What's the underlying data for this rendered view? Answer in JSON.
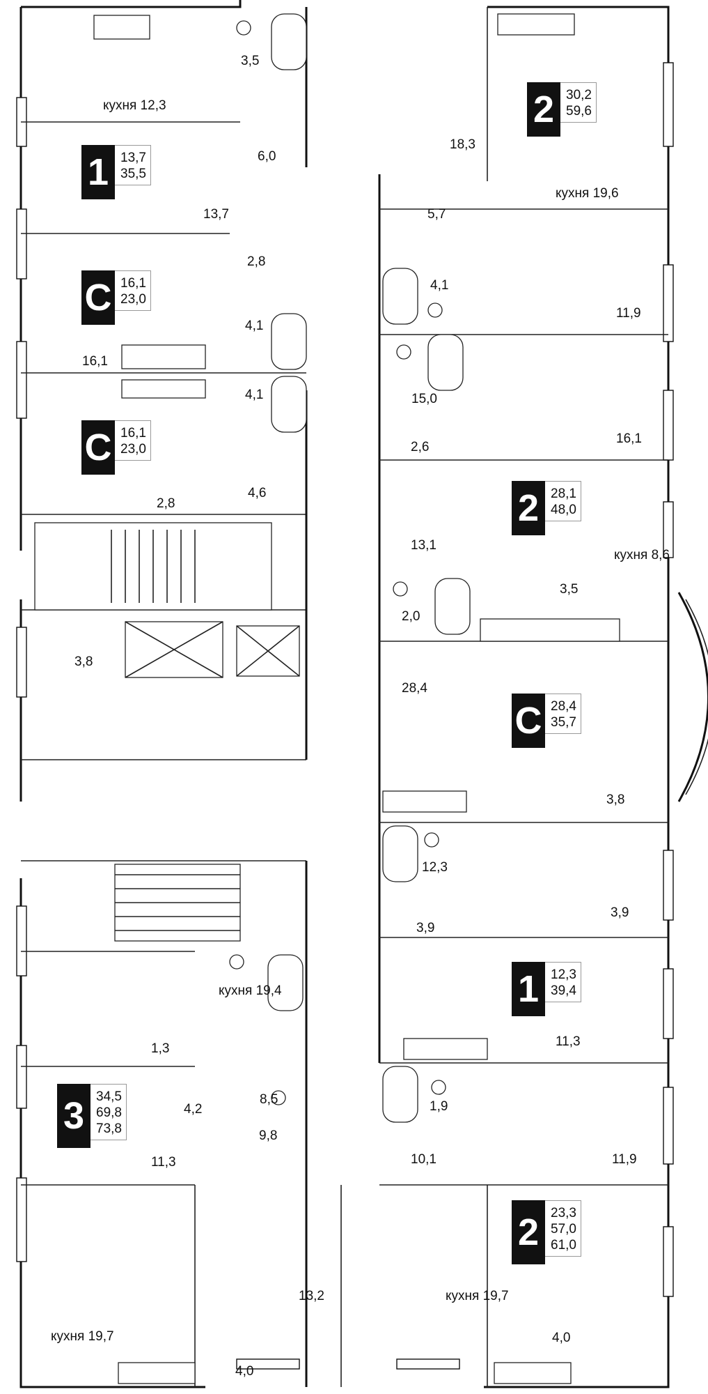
{
  "apartments": [
    {
      "id": "a1",
      "type": "1",
      "areas": [
        "13,7",
        "35,5"
      ]
    },
    {
      "id": "a2",
      "type": "2",
      "areas": [
        "30,2",
        "59,6"
      ]
    },
    {
      "id": "a3",
      "type": "С",
      "areas": [
        "16,1",
        "23,0"
      ]
    },
    {
      "id": "a4",
      "type": "С",
      "areas": [
        "16,1",
        "23,0"
      ]
    },
    {
      "id": "a5",
      "type": "2",
      "areas": [
        "28,1",
        "48,0"
      ]
    },
    {
      "id": "a6",
      "type": "С",
      "areas": [
        "28,4",
        "35,7"
      ]
    },
    {
      "id": "a7",
      "type": "1",
      "areas": [
        "12,3",
        "39,4"
      ]
    },
    {
      "id": "a8",
      "type": "3",
      "areas": [
        "34,5",
        "69,8",
        "73,8"
      ]
    },
    {
      "id": "a9",
      "type": "2",
      "areas": [
        "23,3",
        "57,0",
        "61,0"
      ]
    }
  ],
  "rooms": [
    "3,5",
    "кухня 12,3",
    "6,0",
    "13,7",
    "18,3",
    "кухня 19,6",
    "5,7",
    "2,8",
    "4,1",
    "16,1",
    "4,1",
    "11,9",
    "4,1",
    "15,0",
    "16,1",
    "2,8",
    "4,6",
    "2,6",
    "13,1",
    "кухня 8,6",
    "3,5",
    "2,0",
    "3,8",
    "28,4",
    "3,8",
    "12,3",
    "3,9",
    "3,9",
    "кухня 19,4",
    "11,3",
    "1,3",
    "8,5",
    "4,2",
    "1,9",
    "9,8",
    "10,1",
    "11,9",
    "11,3",
    "13,2",
    "кухня 19,7",
    "кухня 19,7",
    "4,0",
    "4,0"
  ]
}
